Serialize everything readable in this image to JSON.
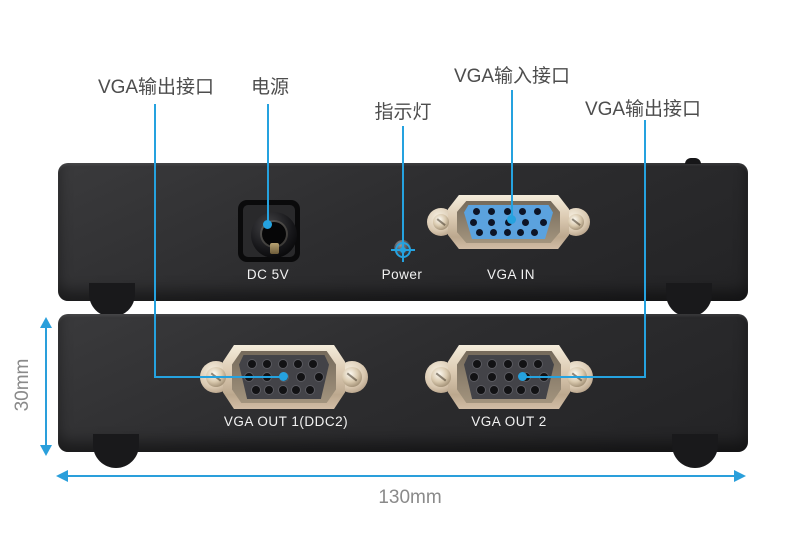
{
  "colors": {
    "accent_blue": "#25a2df",
    "vga_in_blue": "#5ba2de",
    "metal_flange": "#d6c3ab",
    "panel_black": "#2c2c2e",
    "callout_text_gray": "#4d4d4d",
    "dimension_text_gray": "#8a8a8a"
  },
  "callouts": {
    "vga_out_left": "VGA输出接口",
    "power": "电源",
    "indicator": "指示灯",
    "vga_in": "VGA输入接口",
    "vga_out_right": "VGA输出接口"
  },
  "back_panel": {
    "dc_label": "DC 5V",
    "power_label": "Power",
    "vga_in_label": "VGA IN"
  },
  "front_panel": {
    "vga_out1_label": "VGA OUT 1(DDC2)",
    "vga_out2_label": "VGA OUT 2"
  },
  "dimensions": {
    "height_label": "30mm",
    "width_label": "130mm"
  }
}
